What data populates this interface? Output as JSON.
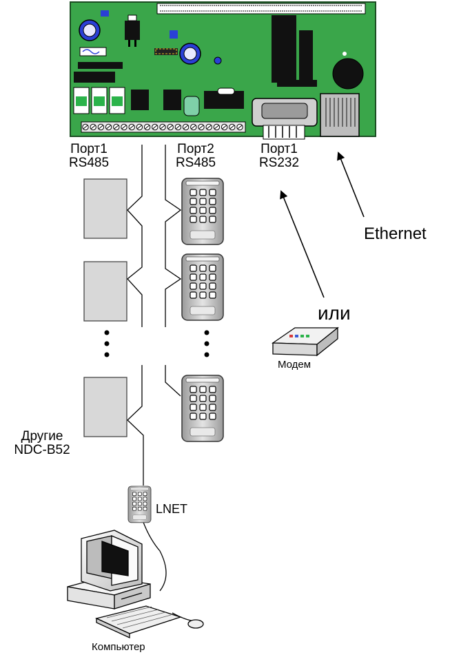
{
  "labels": {
    "port1_rs485_line1": "Порт1",
    "port1_rs485_line2": "RS485",
    "port2_rs485_line1": "Порт2",
    "port2_rs485_line2": "RS485",
    "port1_rs232_line1": "Порт1",
    "port1_rs232_line2": "RS232",
    "ethernet": "Ethernet",
    "or": "или",
    "modem": "Модем",
    "others_line1": "Другие",
    "others_line2": "NDC-B52",
    "lnet": "LNET",
    "computer": "Компьютер"
  },
  "colors": {
    "board": "#3aa64a",
    "board_dark": "#1f6b2c",
    "terminal": "#e8e8e8",
    "module": "#d8d8d8",
    "keypad": "#c8c8c8",
    "capacitor": "#2a3fd6",
    "modem_led_red": "#d63a3a",
    "modem_led_green": "#2bb34a",
    "modem_led_blue": "#3a5bd6"
  },
  "icons": {
    "board": "controller-board-icon",
    "module": "module-box-icon",
    "keypad": "keypad-reader-icon",
    "modem": "modem-icon",
    "computer": "computer-icon",
    "ellipsis": "vertical-ellipsis-icon"
  }
}
